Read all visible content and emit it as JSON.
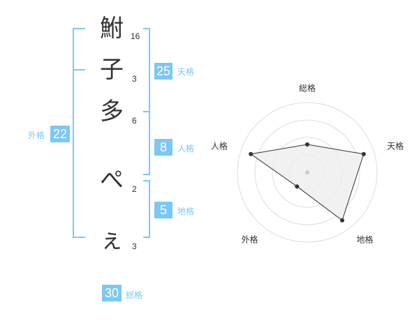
{
  "name": {
    "characters": [
      {
        "char": "鮒",
        "strokes": "16"
      },
      {
        "char": "子",
        "strokes": "3"
      },
      {
        "char": "多",
        "strokes": "6"
      },
      {
        "char": "ぺ",
        "strokes": "2"
      },
      {
        "char": "ぇ",
        "strokes": "3"
      }
    ]
  },
  "kaku": {
    "tenkaku": {
      "value": "25",
      "label": "天格"
    },
    "jinkaku": {
      "value": "8",
      "label": "人格"
    },
    "chikaku": {
      "value": "5",
      "label": "地格"
    },
    "gaikaku": {
      "value": "22",
      "label": "外格"
    },
    "soukaku": {
      "value": "30",
      "label": "総格"
    }
  },
  "radar": {
    "axes": [
      "総格",
      "天格",
      "地格",
      "外格",
      "人格"
    ],
    "levels": 4,
    "values": [
      0.4,
      0.85,
      0.85,
      0.25,
      0.85
    ],
    "colors": {
      "grid": "#dddddd",
      "fill": "#eeeeee",
      "line": "#333333",
      "dot": "#333333",
      "center": "#cccccc"
    }
  },
  "colors": {
    "accent": "#7cc7f5",
    "text": "#333333"
  }
}
